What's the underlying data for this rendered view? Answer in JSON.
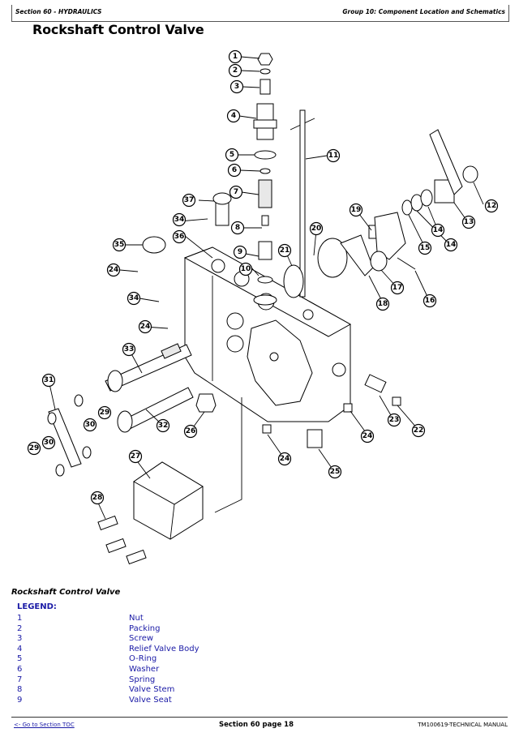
{
  "header": {
    "section": "Section 60 - HYDRAULICS",
    "group": "Group 10: Component Location and Schematics"
  },
  "page_title": "Rockshaft Control Valve",
  "figure": {
    "caption": "Rockshaft Control Valve",
    "callouts": [
      "1",
      "2",
      "3",
      "4",
      "5",
      "6",
      "7",
      "8",
      "9",
      "10",
      "11",
      "12",
      "13",
      "14",
      "14",
      "15",
      "16",
      "17",
      "18",
      "19",
      "20",
      "21",
      "22",
      "23",
      "24",
      "24",
      "24",
      "24",
      "25",
      "26",
      "27",
      "28",
      "29",
      "29",
      "30",
      "30",
      "31",
      "32",
      "33",
      "34",
      "34",
      "35",
      "36",
      "37"
    ]
  },
  "legend": {
    "heading": "LEGEND:",
    "items": [
      {
        "num": "1",
        "desc": "Nut"
      },
      {
        "num": "2",
        "desc": "Packing"
      },
      {
        "num": "3",
        "desc": "Screw"
      },
      {
        "num": "4",
        "desc": "Relief Valve Body"
      },
      {
        "num": "5",
        "desc": "O-Ring"
      },
      {
        "num": "6",
        "desc": "Washer"
      },
      {
        "num": "7",
        "desc": "Spring"
      },
      {
        "num": "8",
        "desc": "Valve Stem"
      },
      {
        "num": "9",
        "desc": "Valve Seat"
      }
    ]
  },
  "footer": {
    "toc_link": "<- Go to Section TOC",
    "page": "Section 60 page 18",
    "manual": "TM100619-TECHNICAL MANUAL"
  }
}
